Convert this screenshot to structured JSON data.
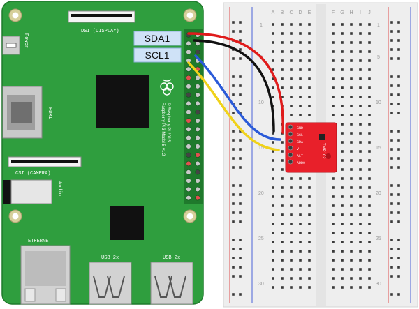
{
  "colors": {
    "pcb": "#2f9e3e",
    "pcb_edge": "#1f7a2c",
    "chip": "#111111",
    "metal": "#c9c9c9",
    "metal_dark": "#9e9e9e",
    "breadboard": "#eeeeee",
    "hole": "#3a3a3a",
    "rail_red": "#e05050",
    "rail_blue": "#4a63d8",
    "label_box": "#cfe2f7",
    "sensor": "#e8202a",
    "wire_red": "#e01b1b",
    "wire_black": "#111111",
    "wire_blue": "#2a5ad8",
    "wire_yellow": "#f0d21a"
  },
  "rpi": {
    "dsi_label": "DSI (DISPLAY)",
    "power_label": "Power",
    "hdmi_label": "HDMI",
    "csi_label": "CSI (CAMERA)",
    "audio_label": "Audio",
    "ethernet_label": "ETHERNET",
    "usb_left_label": "USB 2x",
    "usb_right_label": "USB 2x",
    "model_line1": "Raspberry Pi 3 Model B v1.2",
    "model_line2": "© Raspberry Pi 2015"
  },
  "pin_labels": {
    "sda": "SDA1",
    "scl": "SCL1"
  },
  "sensor": {
    "name": "TMP102",
    "pins": [
      "GND",
      "SCL",
      "SDA",
      "V+",
      "ALT",
      "ADD0"
    ]
  },
  "breadboard": {
    "col_left": [
      "A",
      "B",
      "C",
      "D",
      "E"
    ],
    "col_right": [
      "F",
      "G",
      "H",
      "I",
      "J"
    ],
    "row_numbers": [
      "1",
      "5",
      "10",
      "15",
      "20",
      "25",
      "30"
    ]
  }
}
